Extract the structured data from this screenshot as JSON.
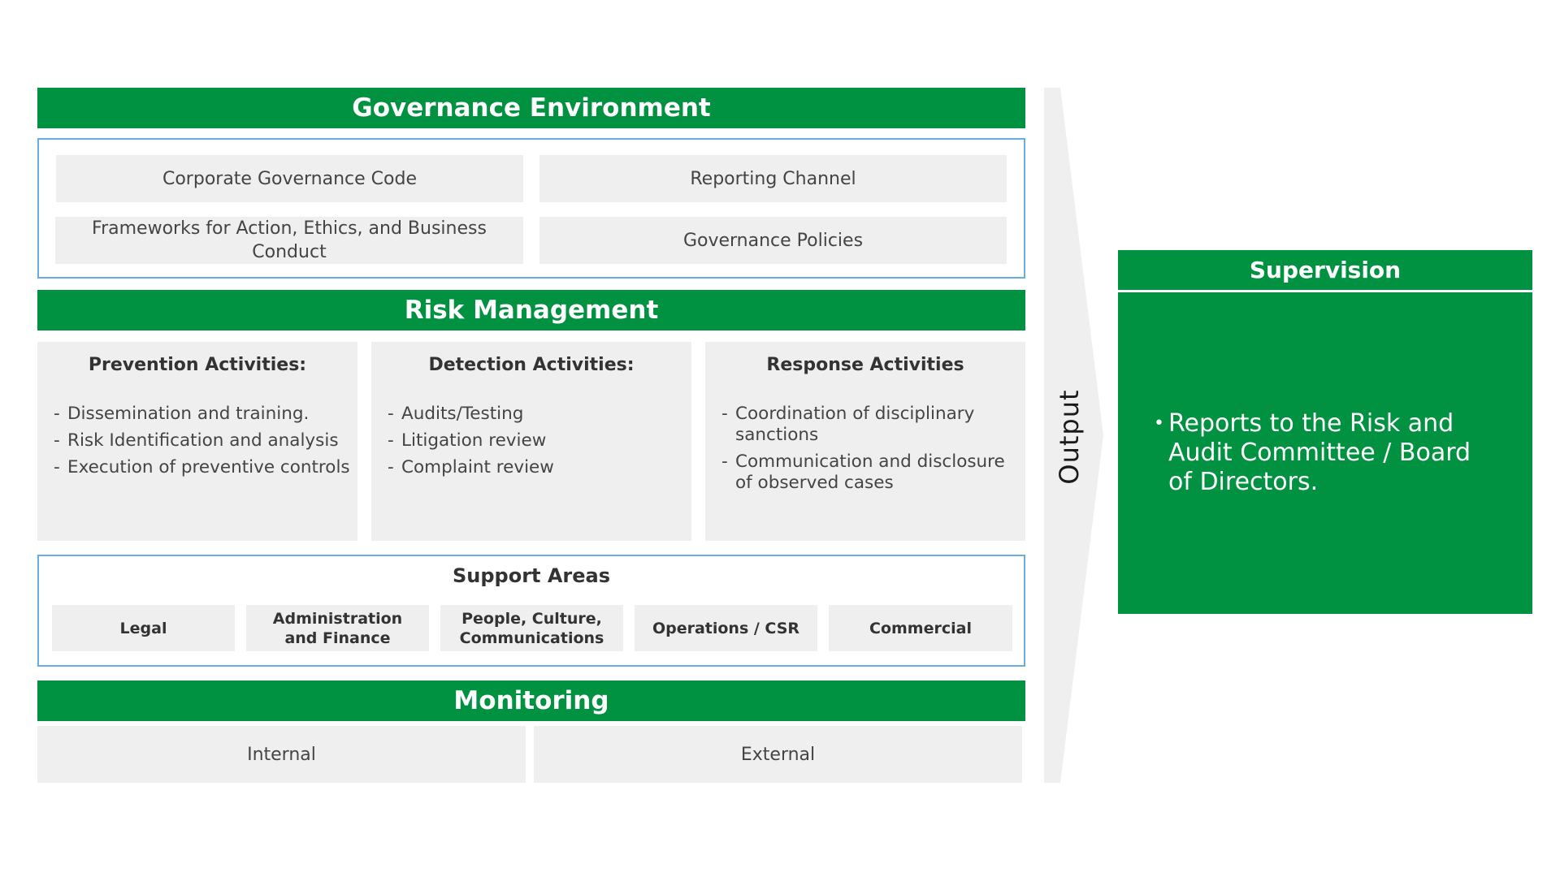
{
  "governance": {
    "title": "Governance Environment",
    "items": [
      "Corporate Governance Code",
      "Reporting Channel",
      "Frameworks for Action, Ethics, and Business Conduct",
      "Governance Policies"
    ]
  },
  "risk": {
    "title": "Risk Management",
    "columns": [
      {
        "title": "Prevention Activities:",
        "items": [
          "Dissemination and training.",
          "Risk Identification and analysis",
          "Execution of preventive controls"
        ]
      },
      {
        "title": "Detection Activities:",
        "items": [
          "Audits/Testing",
          "Litigation review",
          "Complaint review"
        ]
      },
      {
        "title": "Response Activities",
        "items": [
          "Coordination of disciplinary sanctions",
          "Communication and disclosure of observed cases"
        ]
      }
    ],
    "dash": "-"
  },
  "support": {
    "title": "Support Areas",
    "items": [
      "Legal",
      "Administration and Finance",
      "People, Culture, Communications",
      "Operations / CSR",
      "Commercial"
    ]
  },
  "monitoring": {
    "title": "Monitoring",
    "items": [
      "Internal",
      "External"
    ]
  },
  "output": {
    "label": "Output"
  },
  "supervision": {
    "title": "Supervision",
    "bullet_symbol": "•",
    "bullet": "Reports to the Risk and Audit Committee / Board of Directors."
  },
  "colors": {
    "green": "#009240",
    "frame_blue": "#64aee0",
    "box_gray": "#efefef",
    "arrow_gray": "#efefef"
  }
}
